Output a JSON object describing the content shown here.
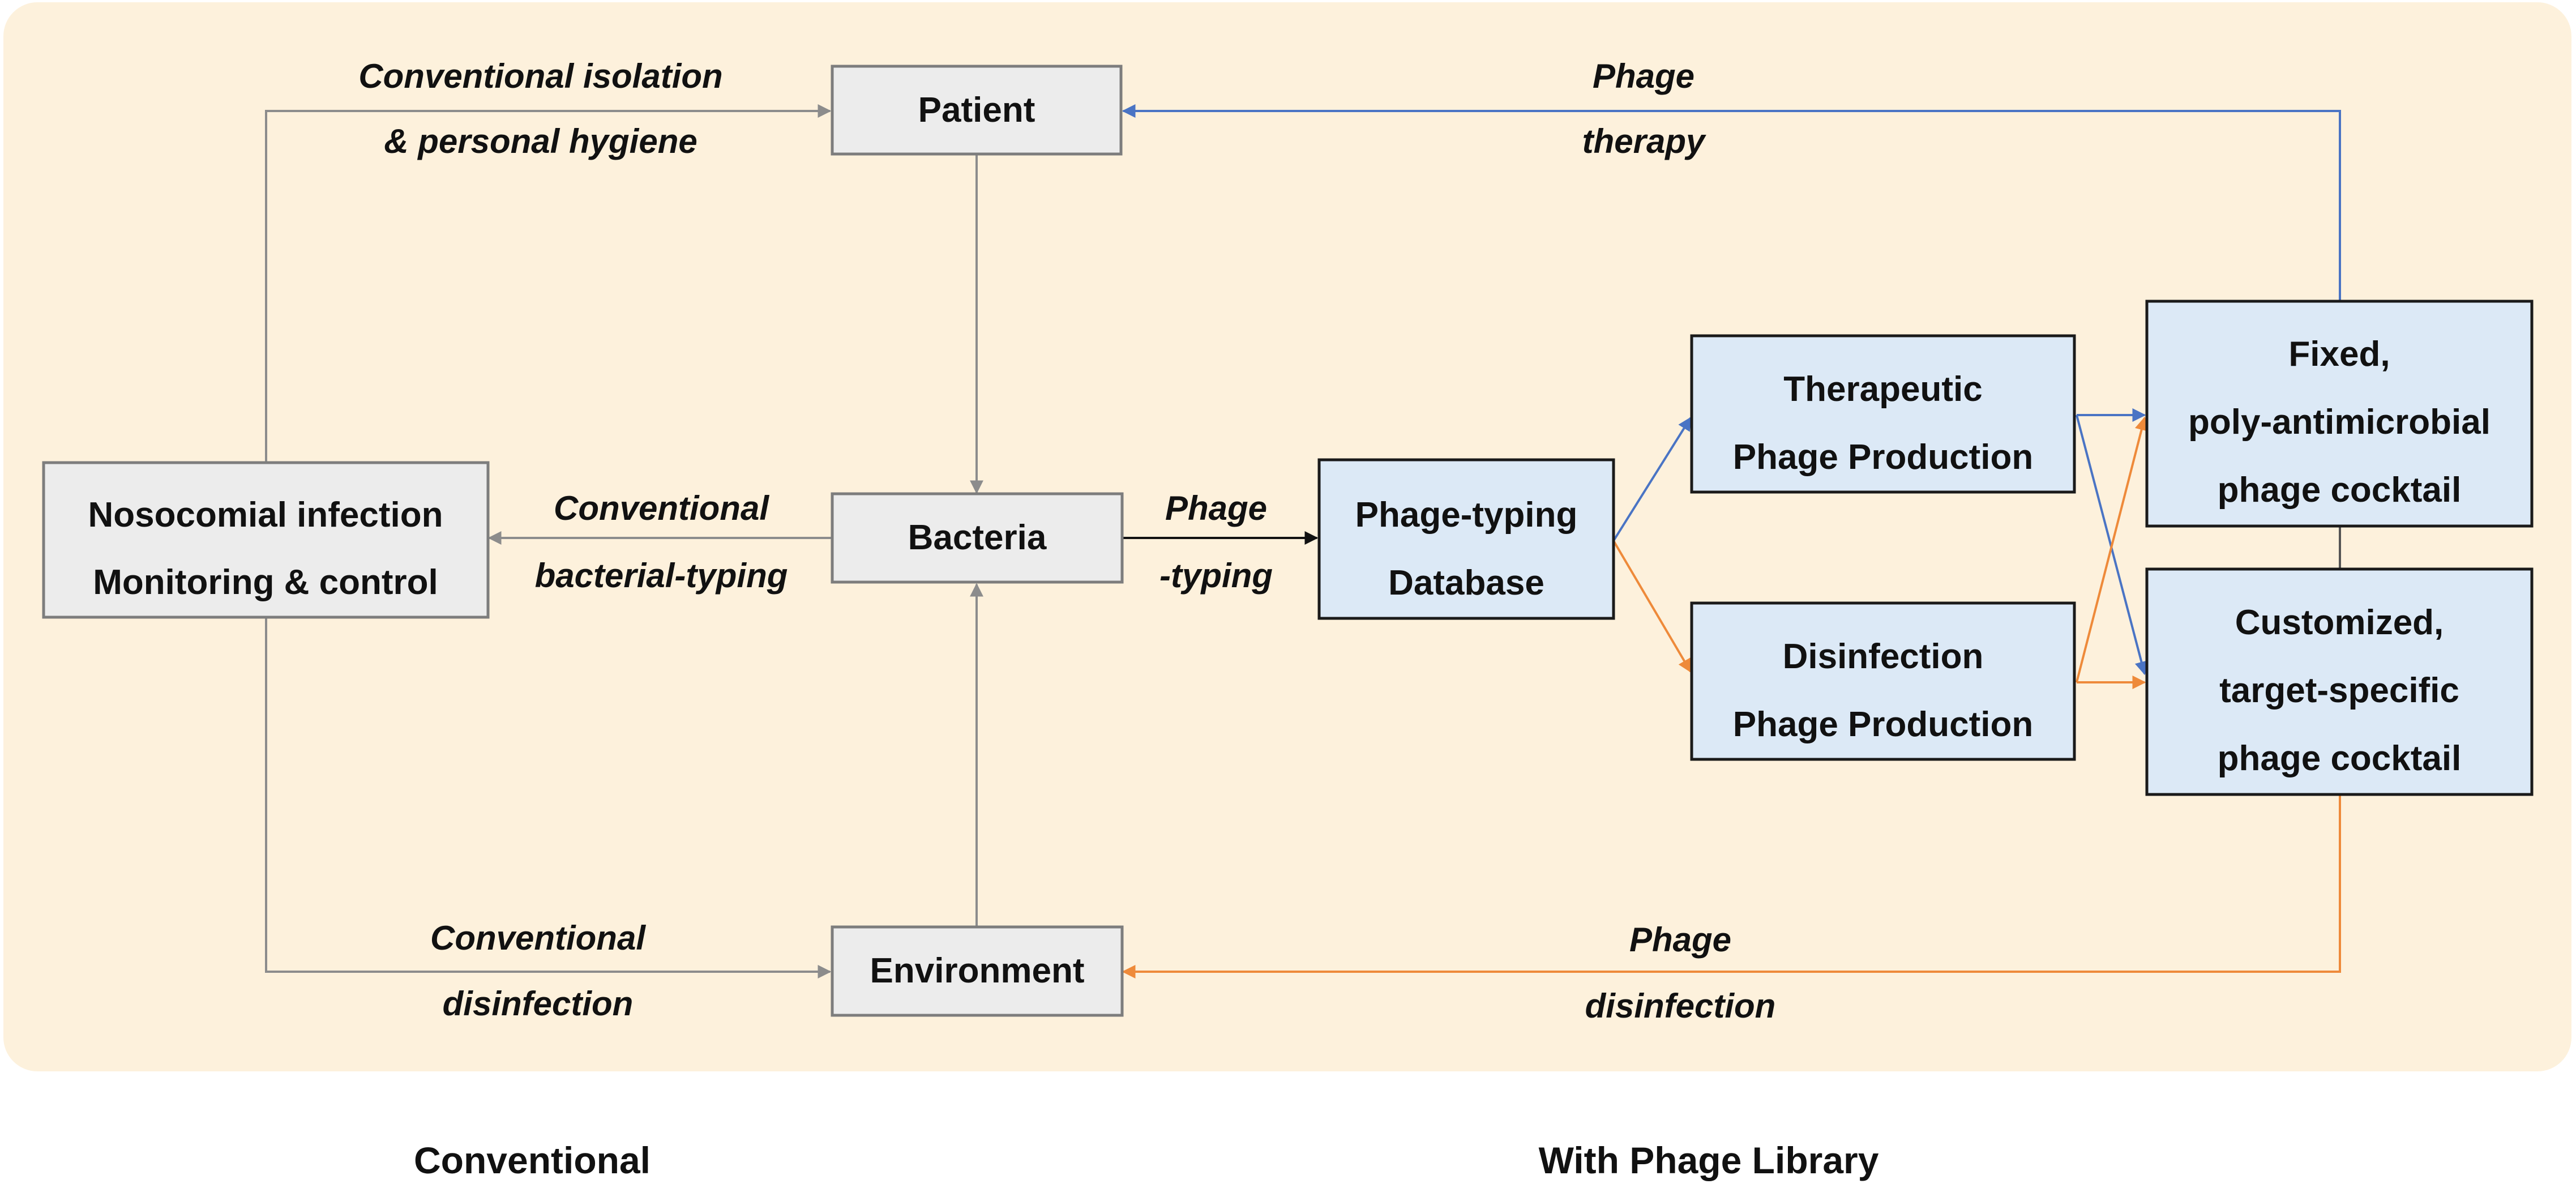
{
  "nodes": {
    "patient": "Patient",
    "bacteria": "Bacteria",
    "environment": "Environment",
    "nosocomial": [
      "Nosocomial infection",
      "Monitoring & control"
    ],
    "phage_db": [
      "Phage-typing",
      "Database"
    ],
    "therapeutic": [
      "Therapeutic",
      "Phage Production"
    ],
    "disinfection": [
      "Disinfection",
      "Phage Production"
    ],
    "fixed": [
      "Fixed,",
      "poly-antimicrobial",
      "phage cocktail"
    ],
    "customized": [
      "Customized,",
      "target-specific",
      "phage cocktail"
    ]
  },
  "edge_labels": {
    "conv_isolation": [
      "Conventional isolation",
      "& personal hygiene"
    ],
    "conv_typing": [
      "Conventional",
      "bacterial-typing"
    ],
    "conv_disinfection": [
      "Conventional",
      "disinfection"
    ],
    "phage_typing": [
      "Phage",
      "-typing"
    ],
    "phage_therapy": [
      "Phage",
      "therapy"
    ],
    "phage_disinfection": [
      "Phage",
      "disinfection"
    ]
  },
  "sections": {
    "left": "Conventional",
    "right": "With Phage Library"
  },
  "colors": {
    "panel": "#fdf1dc",
    "conventional_box": "#ececec",
    "phage_box": "#dce9f6",
    "therapy_arrow": "#4a74c4",
    "disinfection_arrow": "#ee8a3a",
    "conventional_arrow": "#8c8c8c"
  }
}
